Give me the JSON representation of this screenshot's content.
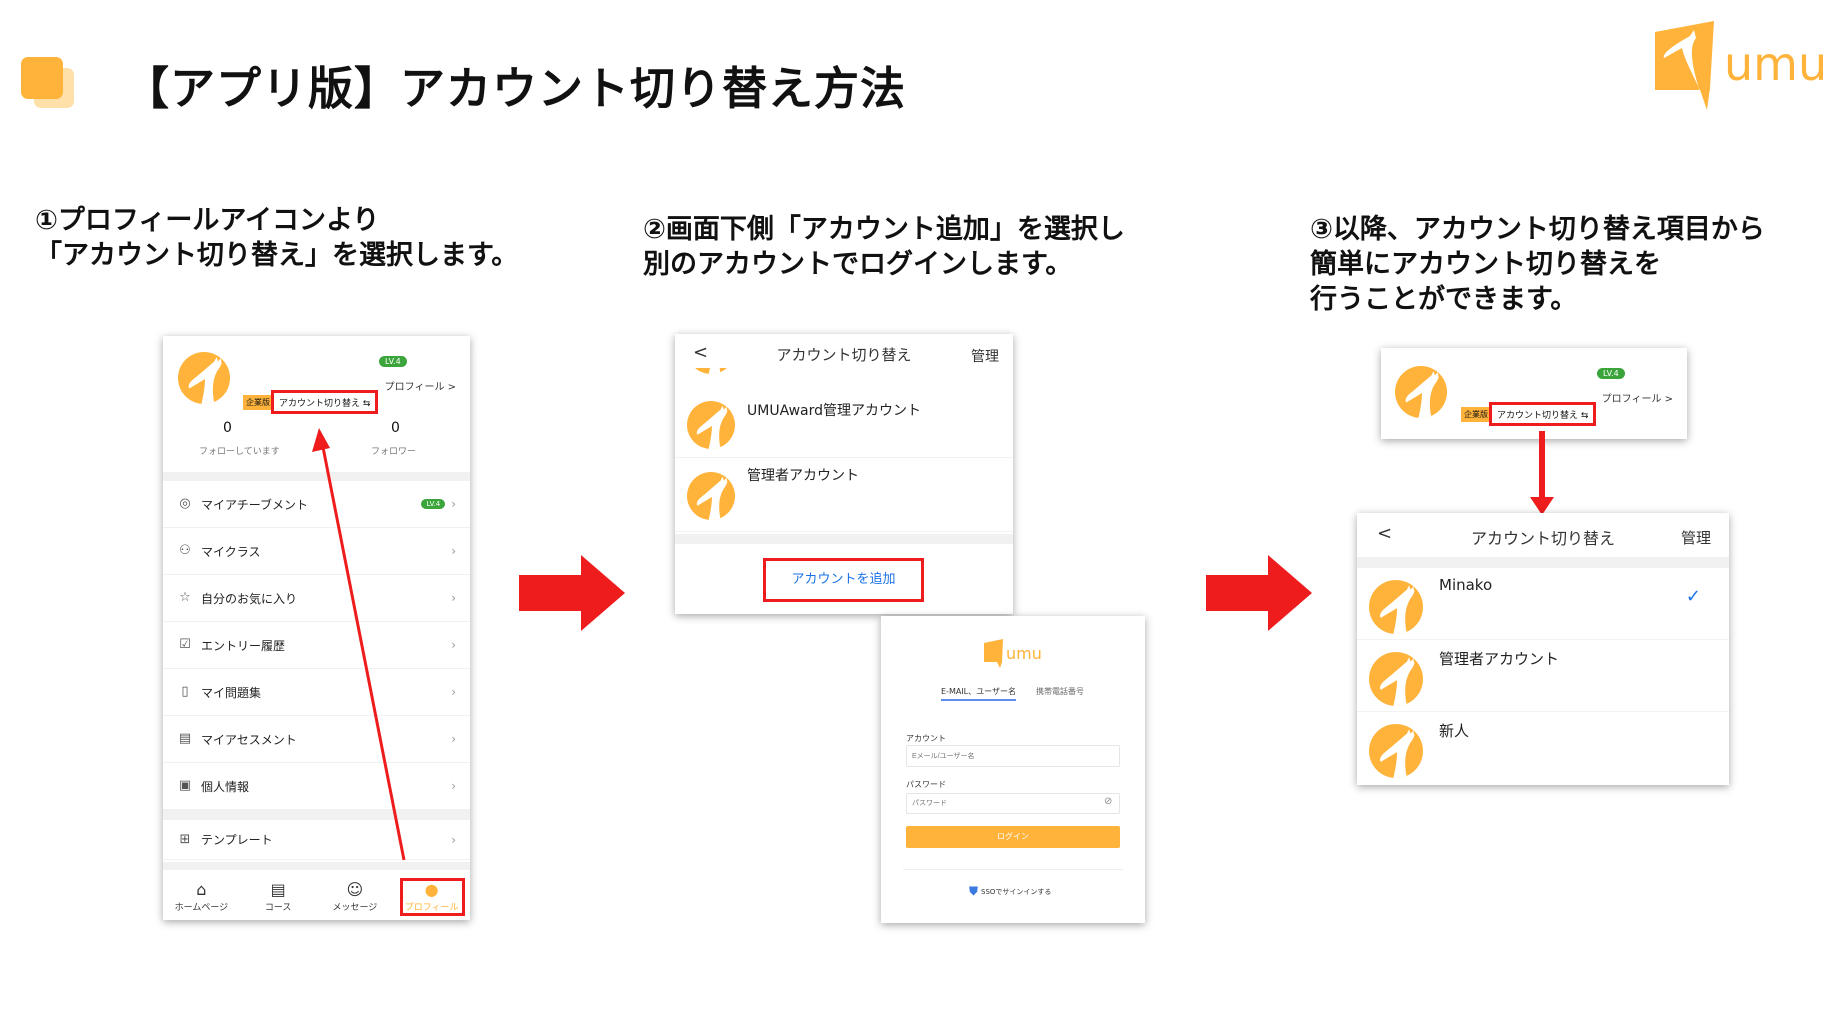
{
  "header": {
    "title": "【アプリ版】アカウント切り替え方法",
    "logo_text": "umu"
  },
  "steps": [
    {
      "text": "①プロフィールアイコンより\n「アカウント切り替え」を選択します。"
    },
    {
      "text": "②画面下側「アカウント追加」を選択し\n別のアカウントでログインします。"
    },
    {
      "text": "③以降、アカウント切り替え項目から\n簡単にアカウント切り替えを\n行うことができます。"
    }
  ],
  "profile": {
    "level": "LV.4",
    "profile_link": "プロフィール >",
    "edition_badge": "企業版",
    "switch_account": "アカウント切り替え ⇆",
    "following_count": "0",
    "following_label": "フォローしています",
    "followers_count": "0",
    "followers_label": "フォロワー",
    "menu": [
      {
        "label": "マイアチーブメント",
        "icon": "medal-icon",
        "badge": "LV.4"
      },
      {
        "label": "マイクラス",
        "icon": "users-icon"
      },
      {
        "label": "自分のお気に入り",
        "icon": "star-icon"
      },
      {
        "label": "エントリー履歴",
        "icon": "checklist-icon"
      },
      {
        "label": "マイ問題集",
        "icon": "book-icon"
      },
      {
        "label": "マイアセスメント",
        "icon": "clipboard-icon"
      },
      {
        "label": "個人情報",
        "icon": "id-card-icon"
      },
      {
        "label": "テンプレート",
        "icon": "template-icon"
      }
    ],
    "nav": [
      {
        "label": "ホームページ",
        "icon": "home-icon"
      },
      {
        "label": "コース",
        "icon": "course-icon"
      },
      {
        "label": "メッセージ",
        "icon": "message-icon"
      },
      {
        "label": "プロフィール",
        "icon": "person-icon"
      }
    ]
  },
  "switcher": {
    "back": "<",
    "title": "アカウント切り替え",
    "manage": "管理",
    "accounts": [
      "UMUAward管理アカウント",
      "管理者アカウント"
    ],
    "add_account": "アカウントを追加"
  },
  "login": {
    "logo_text": "umu",
    "tabs": [
      "E-MAIL、ユーザー名",
      "携帯電話番号"
    ],
    "account_label": "アカウント",
    "account_placeholder": "Eメール/ユーザー名",
    "password_label": "パスワード",
    "password_placeholder": "パスワード",
    "login_button": "ログイン",
    "sso": "SSOでサインインする"
  },
  "switcher3": {
    "back": "<",
    "title": "アカウント切り替え",
    "manage": "管理",
    "accounts": [
      {
        "name": "Minako",
        "selected": true
      },
      {
        "name": "管理者アカウント"
      },
      {
        "name": "新人"
      }
    ],
    "check": "✓"
  },
  "colors": {
    "brand": "#FFB33A",
    "red": "#EE1C1C",
    "blue": "#1A73E8",
    "green": "#3BA53B"
  }
}
